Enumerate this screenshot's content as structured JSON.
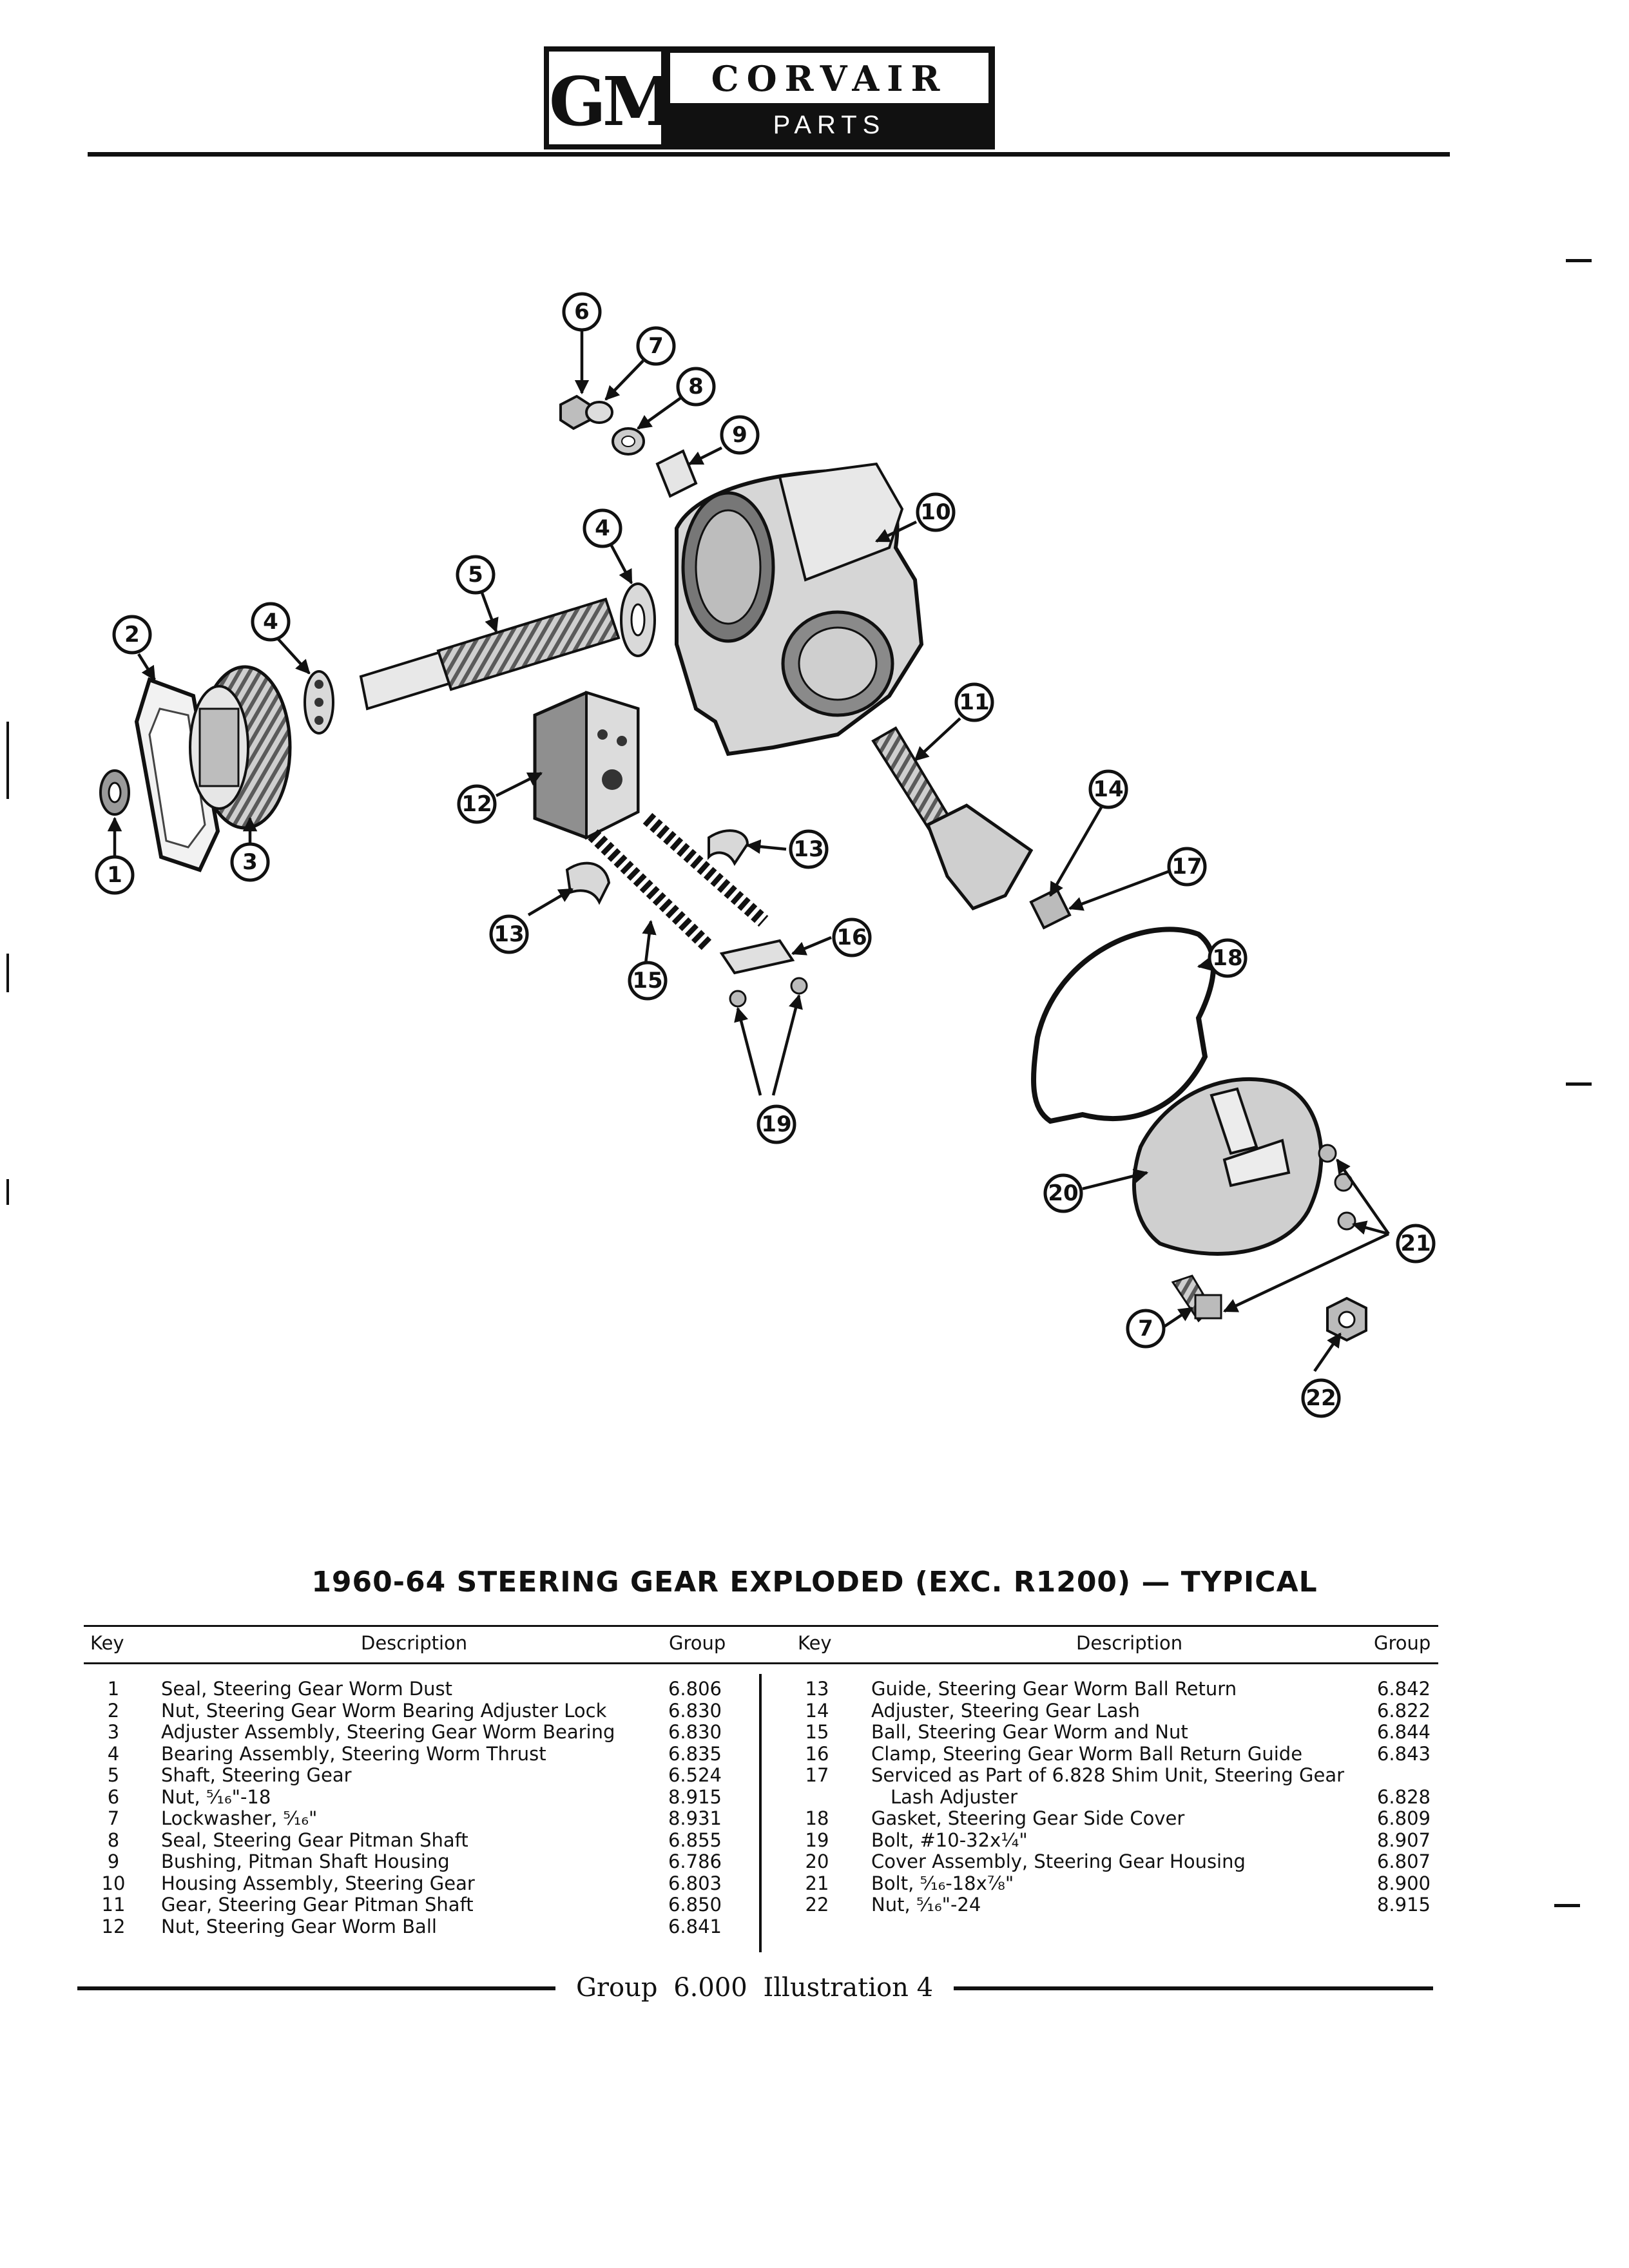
{
  "header": {
    "logo_text": "GM",
    "title": "CORVAIR",
    "subtitle": "PARTS CATALOGUE"
  },
  "diagram": {
    "callouts": [
      "1",
      "2",
      "3",
      "4",
      "4",
      "5",
      "6",
      "7",
      "7",
      "8",
      "9",
      "10",
      "11",
      "12",
      "13",
      "13",
      "14",
      "15",
      "16",
      "17",
      "18",
      "19",
      "20",
      "21",
      "22"
    ]
  },
  "caption": "1960-64 STEERING GEAR EXPLODED (EXC. R1200) — TYPICAL",
  "table": {
    "headers": {
      "key": "Key",
      "description": "Description",
      "group": "Group"
    },
    "left": [
      {
        "key": "1",
        "description": "Seal, Steering Gear Worm Dust",
        "group": "6.806"
      },
      {
        "key": "2",
        "description": "Nut, Steering Gear Worm Bearing Adjuster Lock",
        "group": "6.830"
      },
      {
        "key": "3",
        "description": "Adjuster Assembly, Steering Gear Worm Bearing",
        "group": "6.830"
      },
      {
        "key": "4",
        "description": "Bearing Assembly, Steering Worm Thrust",
        "group": "6.835"
      },
      {
        "key": "5",
        "description": "Shaft, Steering Gear",
        "group": "6.524"
      },
      {
        "key": "6",
        "description": "Nut, ⁵⁄₁₆\"-18",
        "group": "8.915"
      },
      {
        "key": "7",
        "description": "Lockwasher, ⁵⁄₁₆\"",
        "group": "8.931"
      },
      {
        "key": "8",
        "description": "Seal, Steering Gear Pitman Shaft",
        "group": "6.855"
      },
      {
        "key": "9",
        "description": "Bushing, Pitman Shaft Housing",
        "group": "6.786"
      },
      {
        "key": "10",
        "description": "Housing Assembly, Steering Gear",
        "group": "6.803"
      },
      {
        "key": "11",
        "description": "Gear, Steering Gear Pitman Shaft",
        "group": "6.850"
      },
      {
        "key": "12",
        "description": "Nut, Steering Gear Worm Ball",
        "group": "6.841"
      }
    ],
    "right": [
      {
        "key": "13",
        "description": "Guide, Steering Gear Worm Ball Return",
        "group": "6.842"
      },
      {
        "key": "14",
        "description": "Adjuster, Steering Gear Lash",
        "group": "6.822"
      },
      {
        "key": "15",
        "description": "Ball, Steering Gear Worm and Nut",
        "group": "6.844"
      },
      {
        "key": "16",
        "description": "Clamp, Steering Gear Worm Ball Return Guide",
        "group": "6.843"
      },
      {
        "key": "17",
        "description": "Serviced as Part of 6.828 Shim Unit, Steering Gear",
        "group": ""
      },
      {
        "key": "",
        "description": "Lash Adjuster",
        "group": "6.828"
      },
      {
        "key": "18",
        "description": "Gasket, Steering Gear Side Cover",
        "group": "6.809"
      },
      {
        "key": "19",
        "description": "Bolt, #10-32x¼\"",
        "group": "8.907"
      },
      {
        "key": "20",
        "description": "Cover Assembly, Steering Gear Housing",
        "group": "6.807"
      },
      {
        "key": "21",
        "description": "Bolt, ⁵⁄₁₆-18x⅞\"",
        "group": "8.900"
      },
      {
        "key": "22",
        "description": "Nut, ⁵⁄₁₆\"-24",
        "group": "8.915"
      }
    ]
  },
  "footer": {
    "group_label": "Group",
    "group_number": "6.000",
    "illustration": "Illustration 4"
  }
}
